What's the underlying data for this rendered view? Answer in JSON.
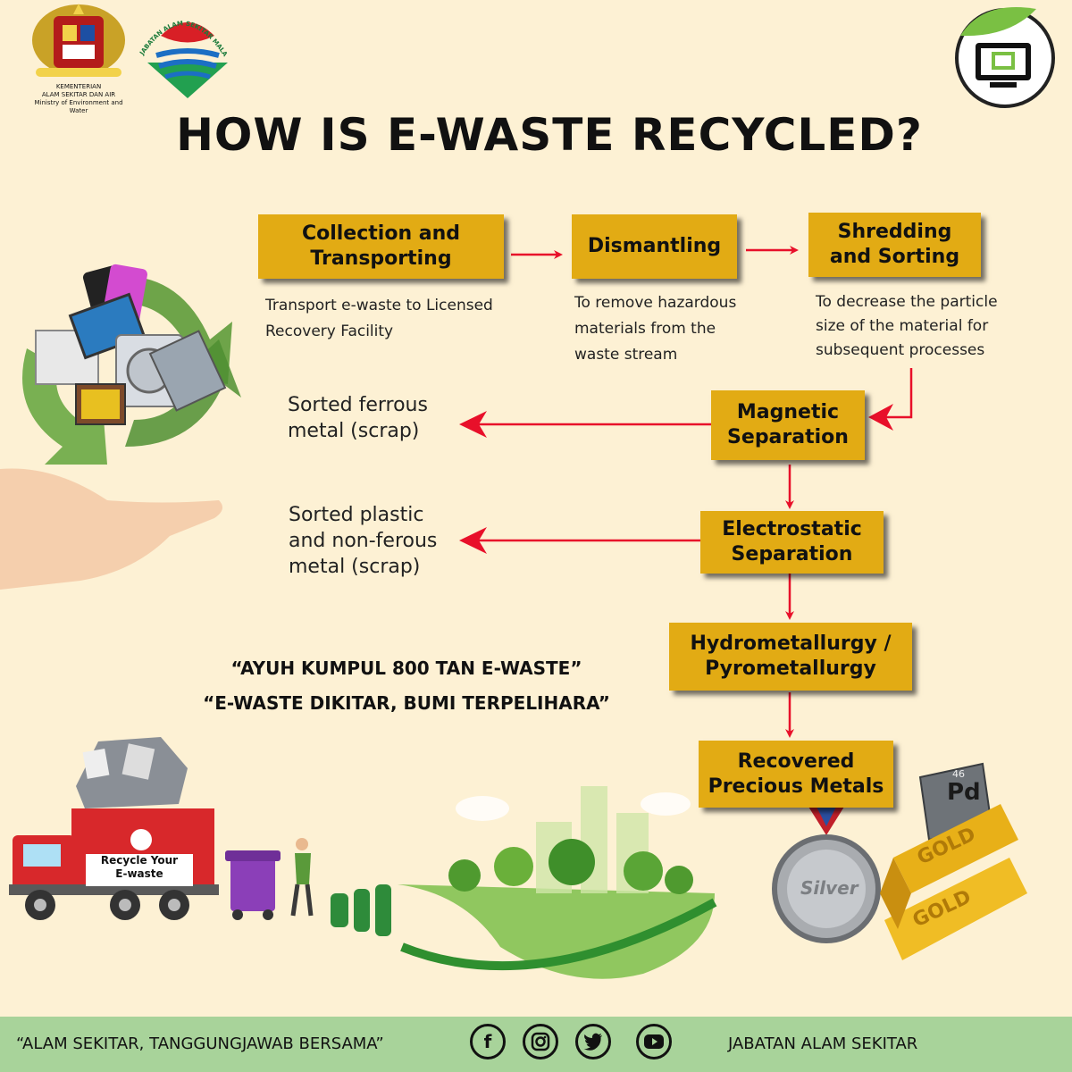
{
  "header": {
    "ministry_line1": "KEMENTERIAN",
    "ministry_line2": "ALAM SEKITAR DAN AIR",
    "ministry_line3": "Ministry of Environment and Water",
    "jas_arc_text": "JABATAN ALAM SEKITAR MALAYSIA",
    "title": "HOW IS E-WASTE RECYCLED?"
  },
  "steps": [
    {
      "label_1": "Collection and",
      "label_2": "Transporting",
      "desc_1": "Transport e-waste to Licensed",
      "desc_2": "Recovery Facility"
    },
    {
      "label_1": "Dismantling",
      "desc_1": "To remove hazardous",
      "desc_2": "materials from the",
      "desc_3": "waste stream"
    },
    {
      "label_1": "Shredding",
      "label_2": "and Sorting",
      "desc_1": "To decrease the particle",
      "desc_2": "size of the material for",
      "desc_3": "subsequent processes"
    },
    {
      "label_1": "Magnetic",
      "label_2": "Separation"
    },
    {
      "label_1": "Electrostatic",
      "label_2": "Separation"
    },
    {
      "label_1": "Hydrometallurgy /",
      "label_2": "Pyrometallurgy"
    },
    {
      "label_1": "Recovered",
      "label_2": "Precious Metals"
    }
  ],
  "outputs": [
    {
      "line_1": "Sorted ferrous",
      "line_2": "metal (scrap)"
    },
    {
      "line_1": "Sorted plastic",
      "line_2": "and non-ferous",
      "line_3": "metal (scrap)"
    }
  ],
  "slogans": {
    "line_1": "“AYUH KUMPUL 800 TAN E-WASTE”",
    "line_2": "“E-WASTE DIKITAR, BUMI TERPELIHARA”"
  },
  "illustration": {
    "truck_label_1": "Recycle Your",
    "truck_label_2": "E-waste",
    "pd_number": "46",
    "pd_symbol": "Pd",
    "silver_label": "Silver",
    "gold_label": "GOLD"
  },
  "footer": {
    "motto": "“ALAM SEKITAR, TANGGUNGJAWAB BERSAMA”",
    "agency": "JABATAN ALAM SEKITAR"
  },
  "colors": {
    "background": "#fdf1d4",
    "box": "#e2ab14",
    "arrow": "#e8102a",
    "footer": "#a8d39a"
  }
}
